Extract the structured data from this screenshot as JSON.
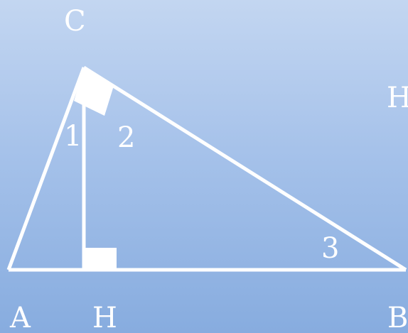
{
  "labels": {
    "vertex_c": "C",
    "edge_h": "H",
    "angle_1": "1",
    "angle_2": "2",
    "angle_3": "3",
    "vertex_a": "A",
    "foot_h": "H",
    "vertex_b": "B"
  },
  "colors": {
    "line": "#ffffff",
    "background_top": "#c3d6f1",
    "background_bottom": "#87acdf"
  }
}
